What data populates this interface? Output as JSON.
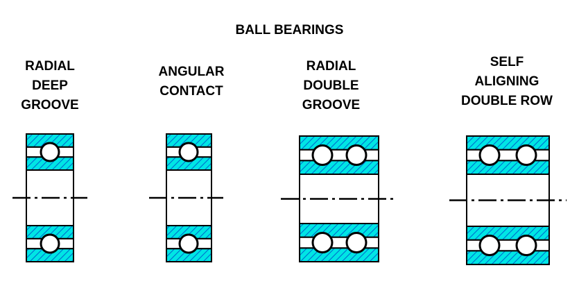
{
  "title": "BALL BEARINGS",
  "bearings": [
    {
      "label": "RADIAL\nDEEP\nGROOVE",
      "rows": 1
    },
    {
      "label": "ANGULAR\nCONTACT",
      "rows": 1
    },
    {
      "label": "RADIAL\nDOUBLE\nGROOVE",
      "rows": 2
    },
    {
      "label": "SELF\nALIGNING\nDOUBLE ROW",
      "rows": 2
    }
  ],
  "colors": {
    "fill": "#00e5e5",
    "hatch": "#0066cc",
    "line": "#000000",
    "background": "#ffffff"
  }
}
